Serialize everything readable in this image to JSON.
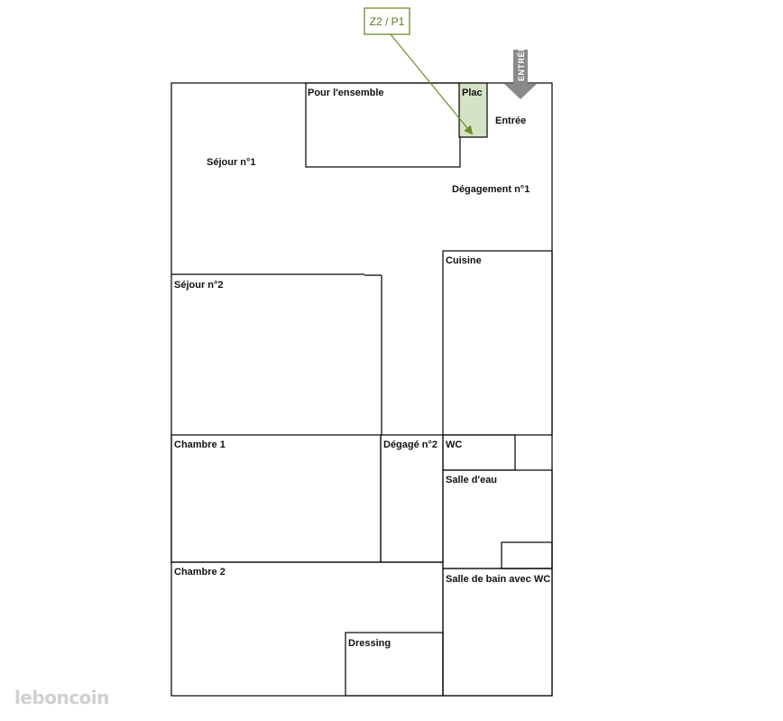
{
  "callout": {
    "label": "Z2 / P1",
    "color": "#6a8f2a"
  },
  "entrance_marker": {
    "label": "ENTRÉE",
    "color": "#8a8a8a"
  },
  "rooms": {
    "sejour1": "Séjour n°1",
    "pour_ensemble": "Pour l'ensemble",
    "plac": "Plac",
    "entree": "Entrée",
    "degagement1": "Dégagement n°1",
    "cuisine": "Cuisine",
    "sejour2": "Séjour n°2",
    "chambre1": "Chambre 1",
    "degage2": "Dégagé n°2",
    "wc": "WC",
    "salle_eau": "Salle d'eau",
    "chambre2": "Chambre 2",
    "salle_bain": "Salle de bain avec WC",
    "dressing": "Dressing"
  },
  "highlight_color": "#d6e2c4",
  "watermark": "leboncoin"
}
